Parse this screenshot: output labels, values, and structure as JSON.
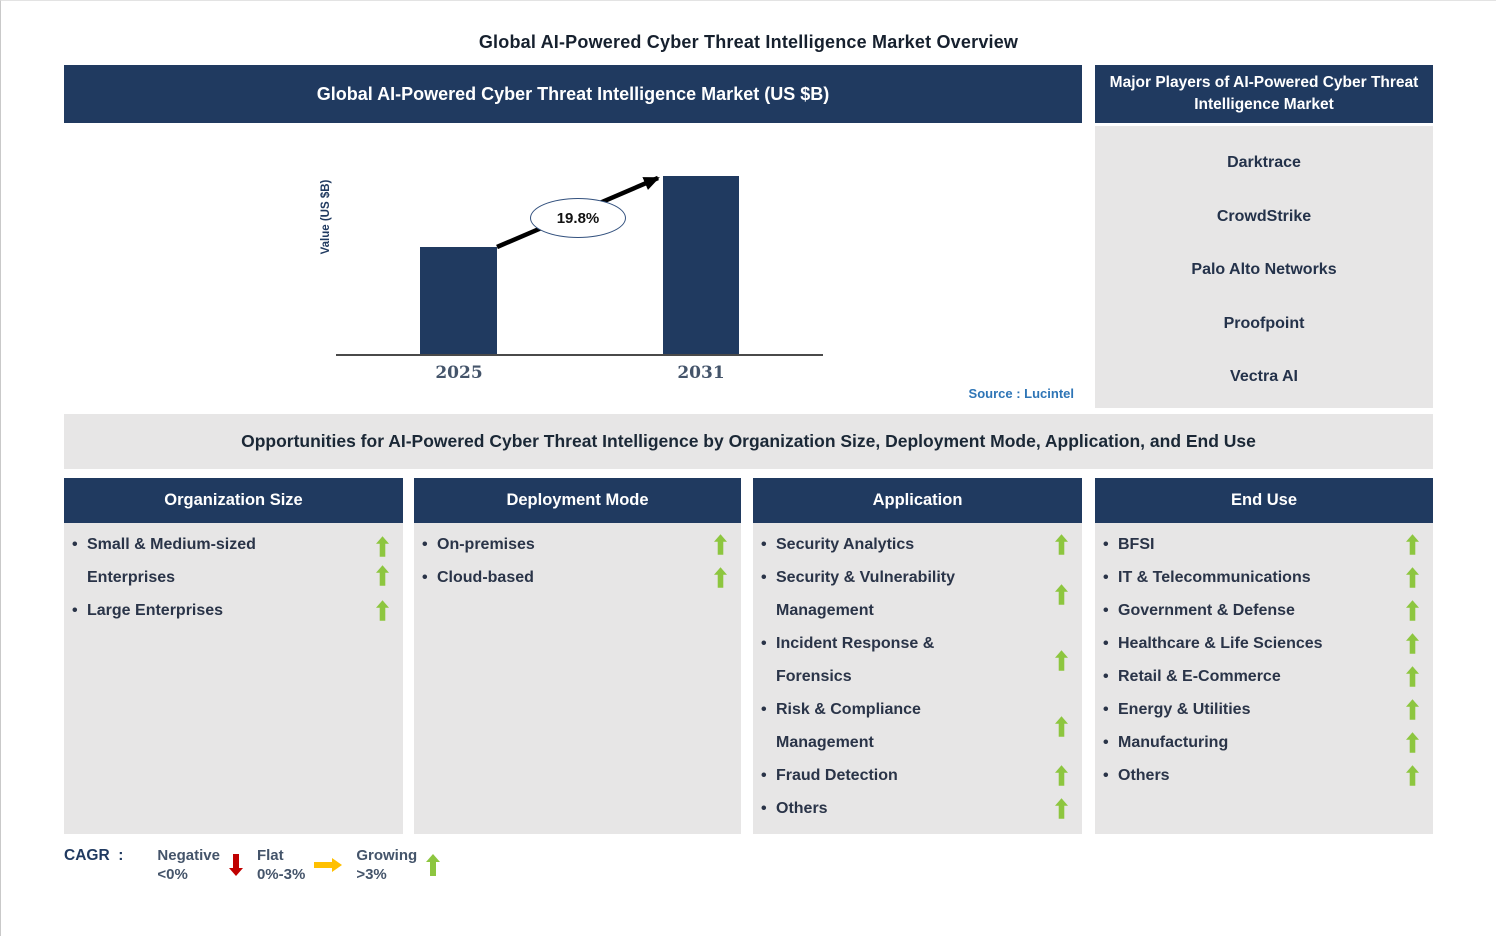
{
  "page": {
    "title": "Global AI-Powered Cyber Threat Intelligence Market Overview"
  },
  "chart_panel": {
    "header": "Global AI-Powered Cyber Threat Intelligence Market (US $B)",
    "source": "Source : Lucintel"
  },
  "chart_data": {
    "type": "bar",
    "title": "Global AI-Powered Cyber Threat Intelligence Market (US $B)",
    "categories": [
      "2025",
      "2031"
    ],
    "values_relative": [
      0.6,
      1.0
    ],
    "values_labeled": false,
    "ylabel": "Value (US $B)",
    "xlabel": "",
    "grid": false,
    "annotation": "19.8%",
    "annotation_type": "CAGR",
    "bar_color": "#203a60",
    "source": "Source : Lucintel"
  },
  "major_players": {
    "header": "Major Players of AI-Powered Cyber Threat Intelligence Market",
    "companies": [
      "Darktrace",
      "CrowdStrike",
      "Palo Alto Networks",
      "Proofpoint",
      "Vectra AI"
    ]
  },
  "opportunities": {
    "title": "Opportunities for AI-Powered Cyber Threat Intelligence by Organization Size, Deployment Mode, Application, and End Use",
    "columns": [
      {
        "header": "Organization Size",
        "items": [
          {
            "lines": [
              "Small & Medium-sized",
              "Enterprises"
            ],
            "arrows": 2
          },
          {
            "lines": [
              "Large Enterprises"
            ],
            "arrows": 1
          }
        ]
      },
      {
        "header": "Deployment Mode",
        "items": [
          {
            "lines": [
              "On-premises"
            ],
            "arrows": 1
          },
          {
            "lines": [
              "Cloud-based"
            ],
            "arrows": 1
          }
        ]
      },
      {
        "header": "Application",
        "items": [
          {
            "lines": [
              "Security Analytics"
            ],
            "arrows": 1
          },
          {
            "lines": [
              "Security & Vulnerability",
              "Management"
            ],
            "arrows": 1
          },
          {
            "lines": [
              "Incident Response &",
              "Forensics"
            ],
            "arrows": 1
          },
          {
            "lines": [
              "Risk & Compliance",
              "Management"
            ],
            "arrows": 1
          },
          {
            "lines": [
              "Fraud Detection"
            ],
            "arrows": 1
          },
          {
            "lines": [
              "Others"
            ],
            "arrows": 1
          }
        ]
      },
      {
        "header": "End Use",
        "items": [
          {
            "lines": [
              "BFSI"
            ],
            "arrows": 1
          },
          {
            "lines": [
              "IT & Telecommunications"
            ],
            "arrows": 1
          },
          {
            "lines": [
              "Government & Defense"
            ],
            "arrows": 1
          },
          {
            "lines": [
              "Healthcare & Life Sciences"
            ],
            "arrows": 1
          },
          {
            "lines": [
              "Retail & E-Commerce"
            ],
            "arrows": 1
          },
          {
            "lines": [
              "Energy & Utilities"
            ],
            "arrows": 1
          },
          {
            "lines": [
              "Manufacturing"
            ],
            "arrows": 1
          },
          {
            "lines": [
              "Others"
            ],
            "arrows": 1
          }
        ]
      }
    ]
  },
  "legend": {
    "label": "CAGR  :",
    "entries": [
      {
        "name": "Negative",
        "range": "<0%",
        "arrow": "down",
        "color": "#c00000"
      },
      {
        "name": "Flat",
        "range": "0%-3%",
        "arrow": "right",
        "color": "#ffc000"
      },
      {
        "name": "Growing",
        "range": ">3%",
        "arrow": "up",
        "color": "#8dc63f"
      }
    ]
  },
  "colors": {
    "navy": "#203a60",
    "panel_gray": "#e7e6e6",
    "green_arrow": "#8dc63f",
    "red_arrow": "#c00000",
    "orange_arrow": "#ffc000",
    "source_blue": "#2e75b6",
    "item_text": "#2a3448"
  }
}
